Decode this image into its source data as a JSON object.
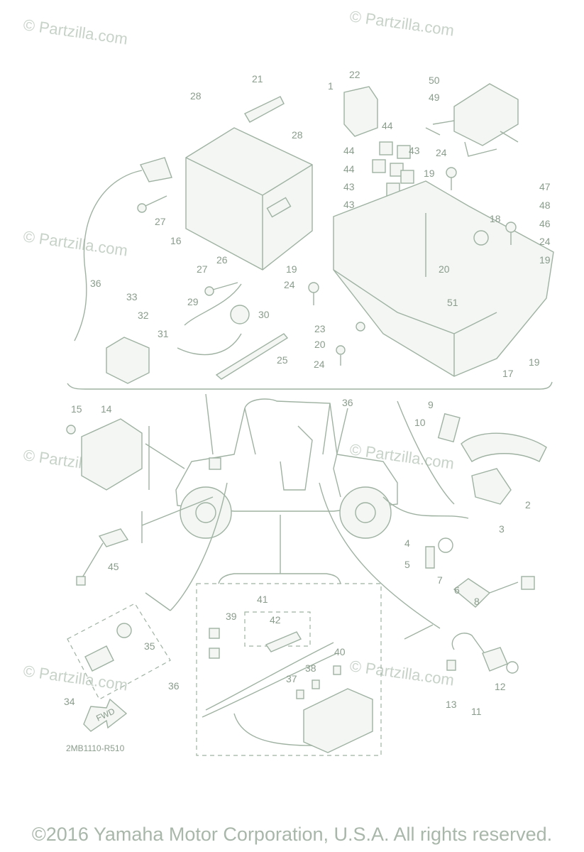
{
  "diagram": {
    "reference_code": "2MB1110-R510",
    "copyright": "©2016 Yamaha Motor Corporation, U.S.A. All rights reserved.",
    "watermark": "© Partzilla.com",
    "fwd_label": "FWD",
    "callouts": [
      {
        "id": "c21",
        "text": "21"
      },
      {
        "id": "c22",
        "text": "22"
      },
      {
        "id": "c50",
        "text": "50"
      },
      {
        "id": "c1",
        "text": "1"
      },
      {
        "id": "c49",
        "text": "49"
      },
      {
        "id": "c28a",
        "text": "28"
      },
      {
        "id": "c28b",
        "text": "28"
      },
      {
        "id": "c44a",
        "text": "44"
      },
      {
        "id": "c44b",
        "text": "44"
      },
      {
        "id": "c43a",
        "text": "43"
      },
      {
        "id": "c44c",
        "text": "44"
      },
      {
        "id": "c24a",
        "text": "24"
      },
      {
        "id": "c19a",
        "text": "19"
      },
      {
        "id": "c43b",
        "text": "43"
      },
      {
        "id": "c47",
        "text": "47"
      },
      {
        "id": "c43c",
        "text": "43"
      },
      {
        "id": "c48",
        "text": "48"
      },
      {
        "id": "c27a",
        "text": "27"
      },
      {
        "id": "c46",
        "text": "46"
      },
      {
        "id": "c18",
        "text": "18"
      },
      {
        "id": "c16",
        "text": "16"
      },
      {
        "id": "c24b",
        "text": "24"
      },
      {
        "id": "c19b",
        "text": "19"
      },
      {
        "id": "c26",
        "text": "26"
      },
      {
        "id": "c27b",
        "text": "27"
      },
      {
        "id": "c19c",
        "text": "19"
      },
      {
        "id": "c20a",
        "text": "20"
      },
      {
        "id": "c36a",
        "text": "36"
      },
      {
        "id": "c33",
        "text": "33"
      },
      {
        "id": "c24c",
        "text": "24"
      },
      {
        "id": "c51",
        "text": "51"
      },
      {
        "id": "c29",
        "text": "29"
      },
      {
        "id": "c30",
        "text": "30"
      },
      {
        "id": "c32",
        "text": "32"
      },
      {
        "id": "c31",
        "text": "31"
      },
      {
        "id": "c23",
        "text": "23"
      },
      {
        "id": "c20b",
        "text": "20"
      },
      {
        "id": "c25",
        "text": "25"
      },
      {
        "id": "c24d",
        "text": "24"
      },
      {
        "id": "c19d",
        "text": "19"
      },
      {
        "id": "c17",
        "text": "17"
      },
      {
        "id": "c15",
        "text": "15"
      },
      {
        "id": "c14",
        "text": "14"
      },
      {
        "id": "c36b",
        "text": "36"
      },
      {
        "id": "c9",
        "text": "9"
      },
      {
        "id": "c10",
        "text": "10"
      },
      {
        "id": "c2",
        "text": "2"
      },
      {
        "id": "c3",
        "text": "3"
      },
      {
        "id": "c4",
        "text": "4"
      },
      {
        "id": "c45",
        "text": "45"
      },
      {
        "id": "c5",
        "text": "5"
      },
      {
        "id": "c7",
        "text": "7"
      },
      {
        "id": "c6",
        "text": "6"
      },
      {
        "id": "c8",
        "text": "8"
      },
      {
        "id": "c41",
        "text": "41"
      },
      {
        "id": "c39",
        "text": "39"
      },
      {
        "id": "c42",
        "text": "42"
      },
      {
        "id": "c35",
        "text": "35"
      },
      {
        "id": "c40",
        "text": "40"
      },
      {
        "id": "c38",
        "text": "38"
      },
      {
        "id": "c36c",
        "text": "36"
      },
      {
        "id": "c37",
        "text": "37"
      },
      {
        "id": "c12",
        "text": "12"
      },
      {
        "id": "c13",
        "text": "13"
      },
      {
        "id": "c34",
        "text": "34"
      },
      {
        "id": "c11",
        "text": "11"
      }
    ]
  }
}
